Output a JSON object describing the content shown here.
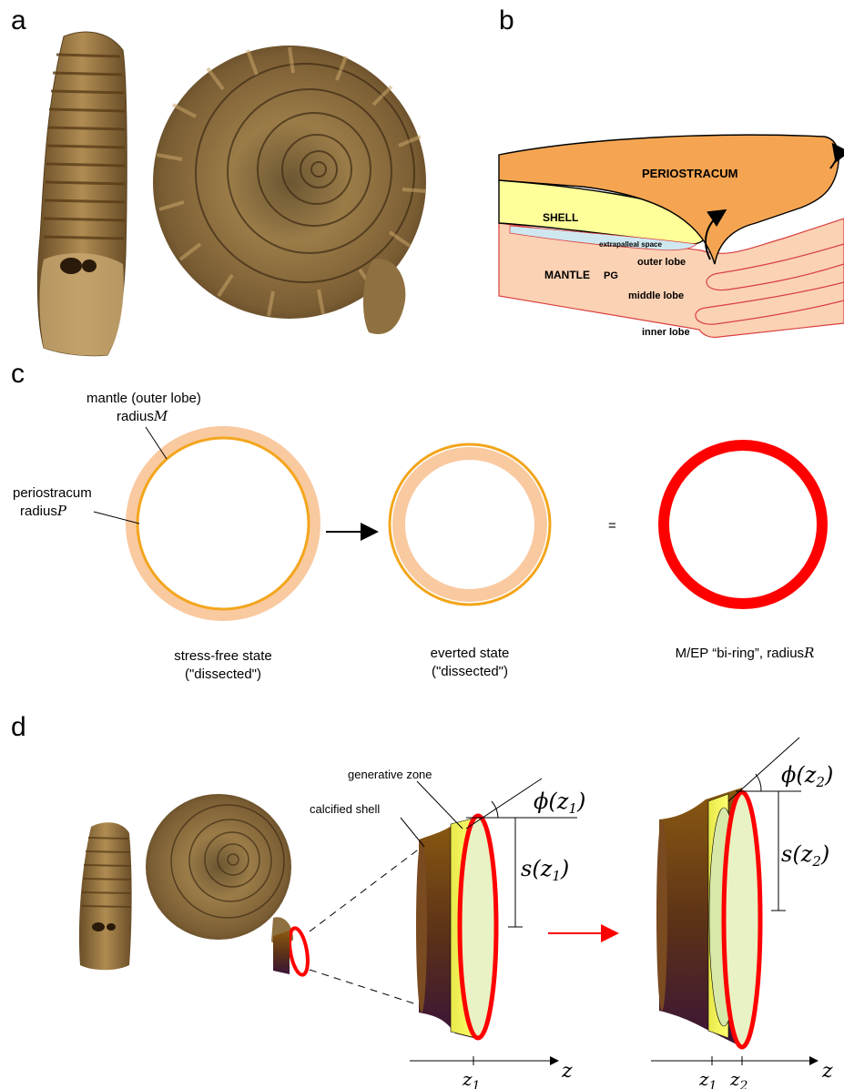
{
  "panels": {
    "a": "a",
    "b": "b",
    "c": "c",
    "d": "d"
  },
  "panel_b": {
    "periostracum": "PERIOSTRACUM",
    "shell": "SHELL",
    "extrapalleal": "extrapalleal space",
    "outer_lobe": "outer lobe",
    "mantle": "MANTLE",
    "pg": "PG",
    "middle_lobe": "middle lobe",
    "inner_lobe": "inner lobe"
  },
  "panel_c": {
    "mantle_label_line1": "mantle (outer lobe)",
    "mantle_label_line2": "radius",
    "mantle_symbol": "M",
    "periostracum_label_line1": "periostracum",
    "periostracum_label_line2": "radius",
    "periostracum_symbol": "P",
    "equals": "=",
    "stress_free_line1": "stress-free state",
    "stress_free_line2": "(\"dissected\")",
    "everted_line1": "everted state",
    "everted_line2": "(\"dissected\")",
    "biring_text": "M/EP “bi-ring”, radius",
    "biring_symbol": "R"
  },
  "panel_d": {
    "generative_zone": "generative zone",
    "calcified_shell": "calcified shell",
    "phi": "ϕ",
    "s": "s",
    "z": "z",
    "z_sub_1": "1",
    "z_sub_2": "2"
  },
  "colors": {
    "mantle_ring": "#f9c9a0",
    "periostracum_ring": "#f3a51c",
    "biring": "#ff0000",
    "shell_yellow": "#ffff99",
    "periostracum_orange": "#f5a552",
    "mantle_peach": "#fbd2b4",
    "fossil_brown": "#8a6a3a"
  }
}
